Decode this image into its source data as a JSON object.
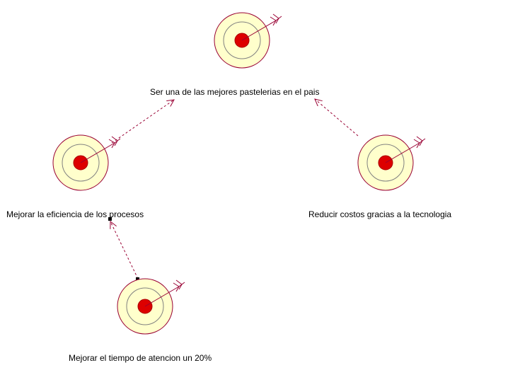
{
  "goals": {
    "main": {
      "label": "Ser una de las mejores pastelerias en el pais"
    },
    "efficiency": {
      "label": "Mejorar la eficiencia de los procesos"
    },
    "costs": {
      "label": "Reducir costos gracias a la tecnologia"
    },
    "attention_time": {
      "label": "Mejorar el tiempo de atencion un 20%"
    }
  },
  "colors": {
    "target_fill": "#ffffcc",
    "target_outline": "#990033",
    "inner_ring": "#808080",
    "bullseye": "#dd0000",
    "connector": "#990033",
    "handle": "#000000"
  },
  "icons": {
    "goal": "target-arrow-icon",
    "connector_end": "open-arrowhead-icon",
    "selection": "selection-handle-icon"
  }
}
